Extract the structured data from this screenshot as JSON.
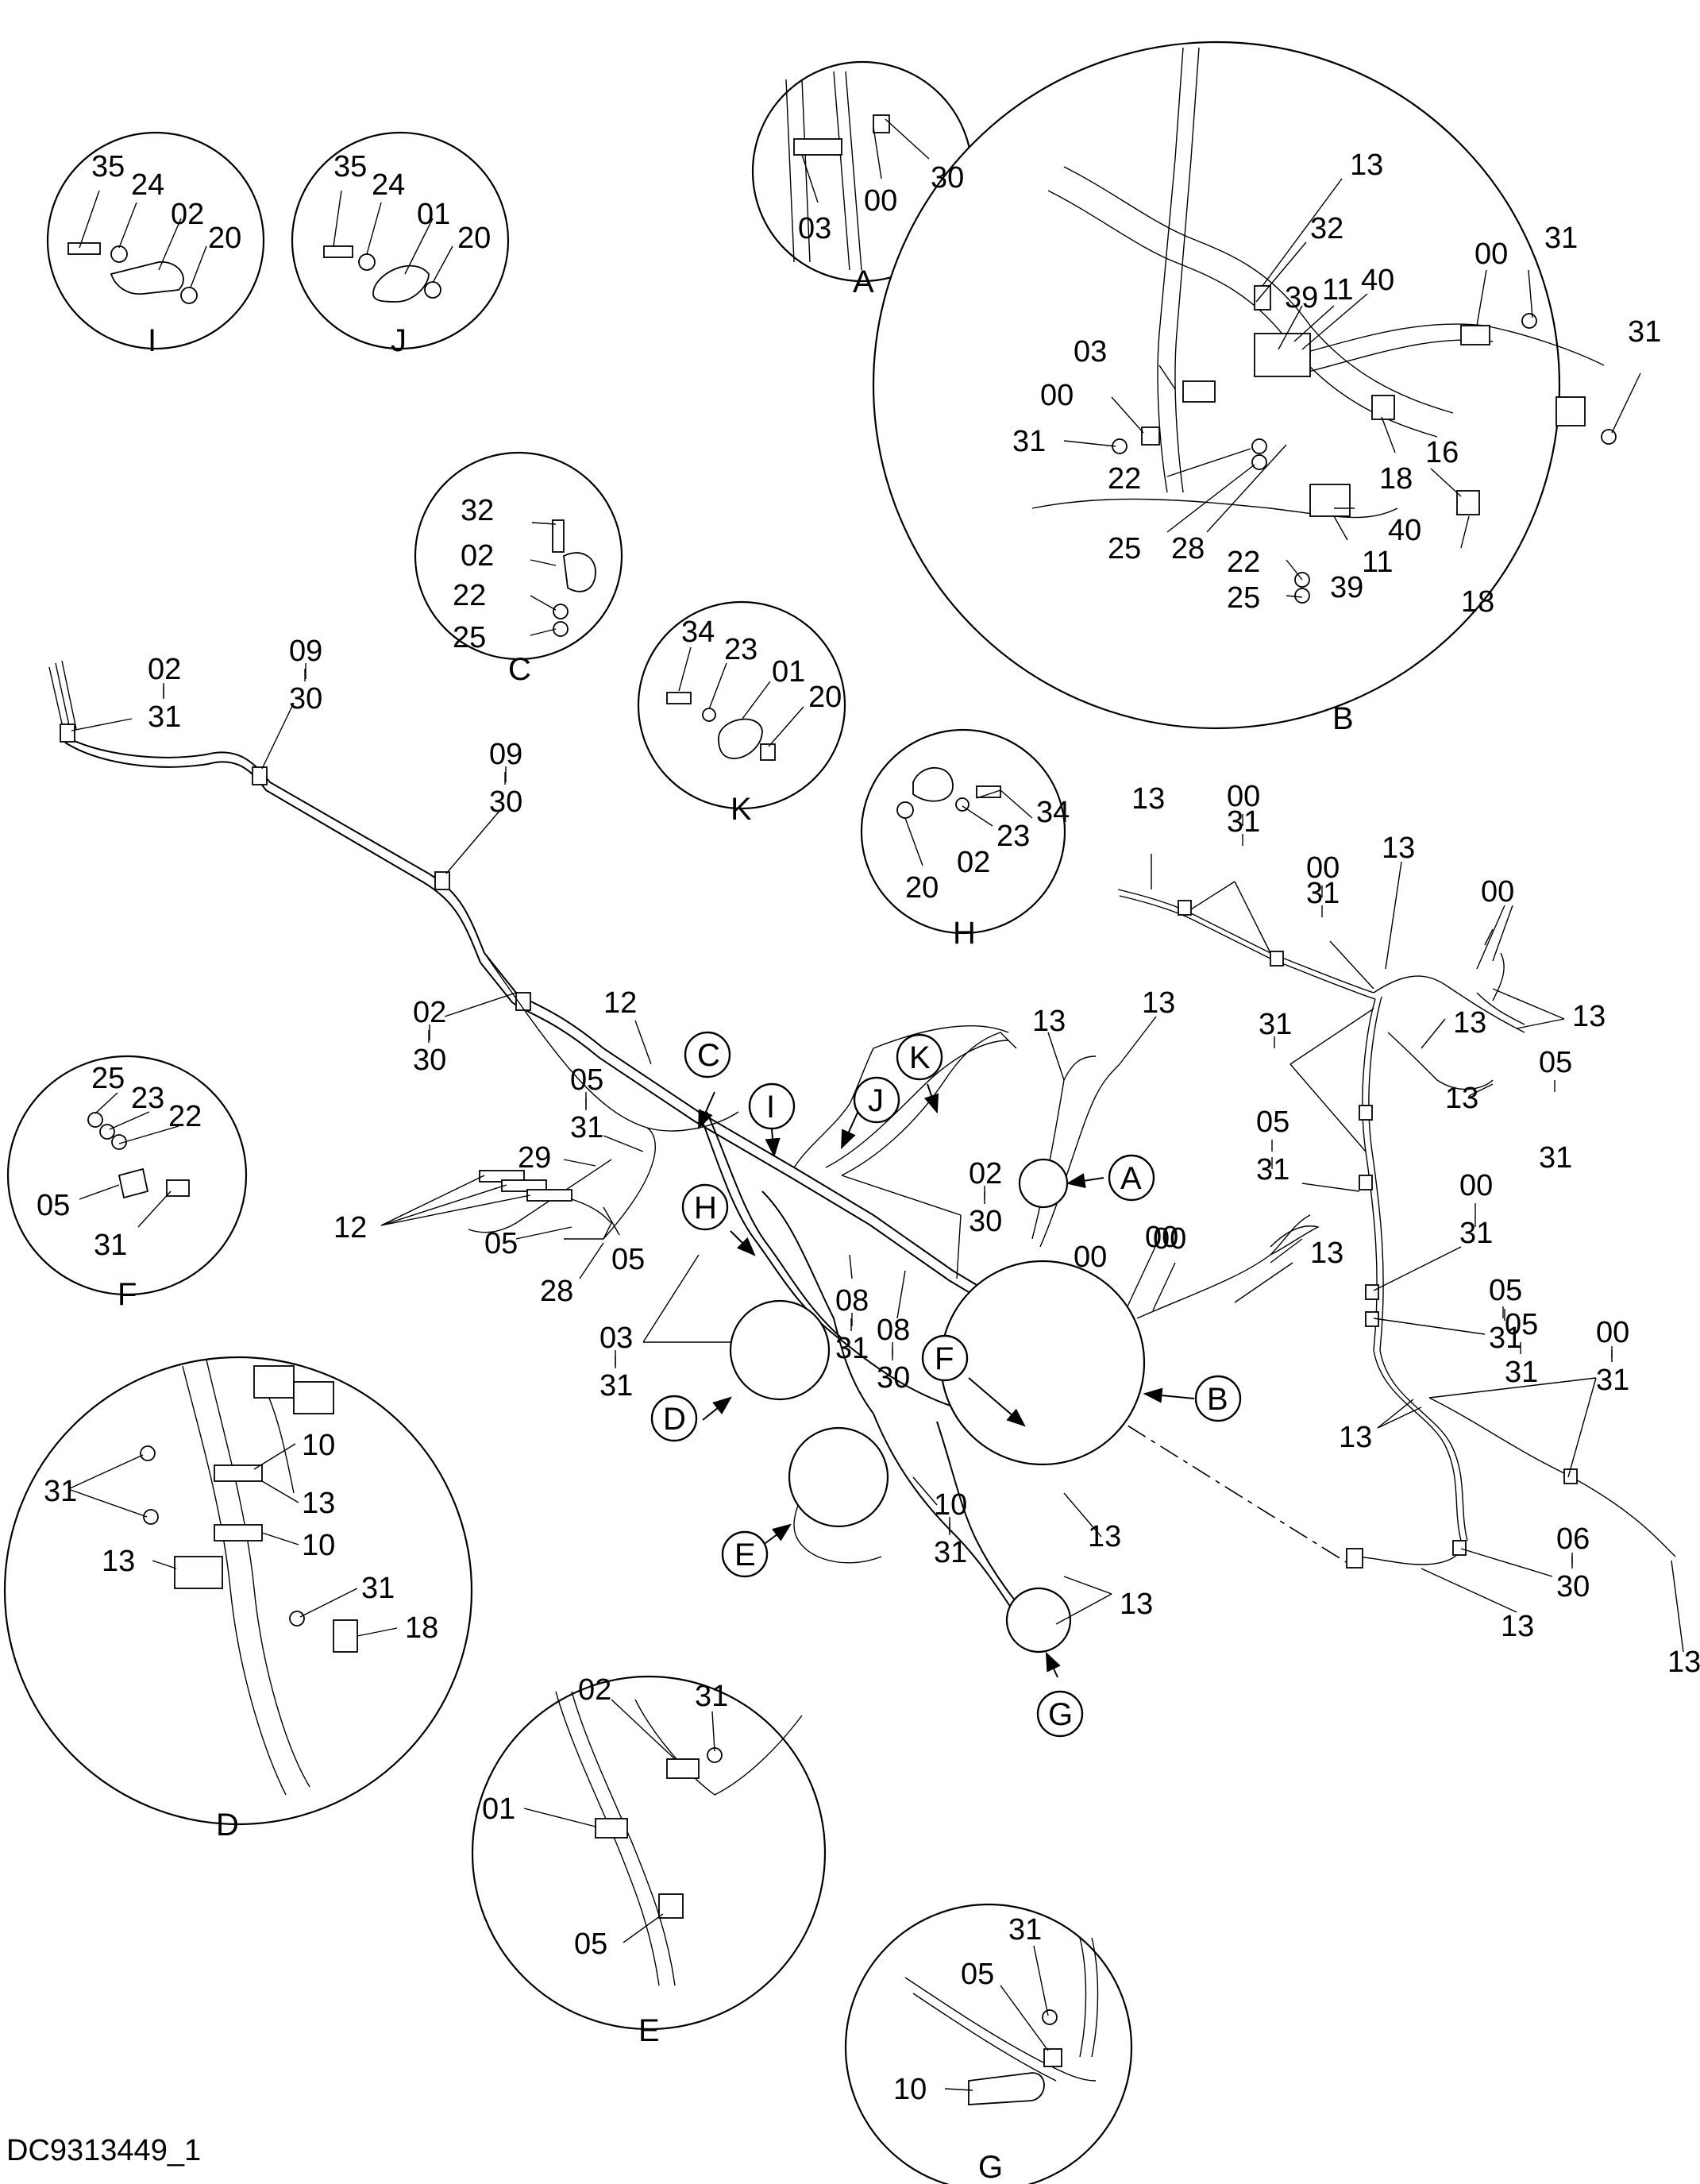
{
  "drawing_id": "DC9313449_1",
  "detail_letters": [
    "A",
    "B",
    "C",
    "D",
    "E",
    "F",
    "G",
    "H",
    "I",
    "J",
    "K"
  ],
  "labels": {
    "I": [
      "35",
      "24",
      "02",
      "20"
    ],
    "J": [
      "35",
      "24",
      "01",
      "20"
    ],
    "A": [
      "00",
      "30",
      "03"
    ],
    "B": [
      "13",
      "32",
      "39",
      "11",
      "40",
      "00",
      "31",
      "03",
      "00",
      "31",
      "22",
      "25",
      "28",
      "18",
      "16",
      "31",
      "40",
      "11",
      "39",
      "22",
      "25",
      "18"
    ],
    "C": [
      "32",
      "02",
      "22",
      "25"
    ],
    "K": [
      "34",
      "23",
      "01",
      "20"
    ],
    "H": [
      "20",
      "02",
      "23",
      "34"
    ],
    "F": [
      "25",
      "23",
      "22",
      "05",
      "31"
    ],
    "D": [
      "10",
      "31",
      "13",
      "10",
      "13",
      "31",
      "18"
    ],
    "E": [
      "02",
      "31",
      "01",
      "05"
    ],
    "G": [
      "31",
      "05",
      "10"
    ],
    "main": [
      "02",
      "31",
      "09",
      "30",
      "09",
      "30",
      "02",
      "30",
      "12",
      "05",
      "31",
      "29",
      "12",
      "05",
      "28",
      "05",
      "03",
      "31",
      "08",
      "31",
      "08",
      "30",
      "02",
      "30",
      "10",
      "31",
      "13",
      "13",
      "13",
      "13",
      "13",
      "00",
      "00",
      "31",
      "00",
      "31",
      "13",
      "00",
      "13",
      "13",
      "00",
      "31",
      "05",
      "31",
      "05",
      "31",
      "05",
      "31",
      "00",
      "31",
      "05",
      "31",
      "00",
      "31",
      "13",
      "06",
      "30",
      "13",
      "13",
      "00",
      "13",
      "13"
    ]
  }
}
